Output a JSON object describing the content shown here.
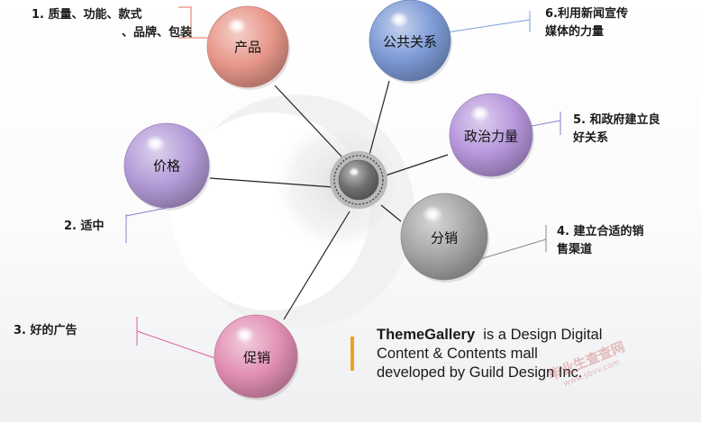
{
  "center": {
    "label": ""
  },
  "nodes": [
    {
      "id": "product",
      "label": "产品",
      "color": "#e8978a"
    },
    {
      "id": "pr",
      "label": "公共关系",
      "color": "#7e9bd6"
    },
    {
      "id": "political",
      "label": "政治力量",
      "color": "#b696db"
    },
    {
      "id": "price",
      "label": "价格",
      "color": "#b49bd8"
    },
    {
      "id": "channel",
      "label": "分销",
      "color": "#a5a5a5"
    },
    {
      "id": "promotion",
      "label": "促销",
      "color": "#e28fb4"
    }
  ],
  "annotations": [
    {
      "id": "product",
      "lines": [
        "1. 质量、功能、款式",
        "、品牌、包装"
      ],
      "line_color": "#e36b5c"
    },
    {
      "id": "pr",
      "lines": [
        "6.利用新闻宣传",
        "媒体的力量"
      ],
      "line_color": "#7aa0d8"
    },
    {
      "id": "political",
      "lines": [
        "5. 和政府建立良",
        "好关系"
      ],
      "line_color": "#8b7fd0"
    },
    {
      "id": "price",
      "lines": [
        "2. 适中"
      ],
      "line_color": "#8b7fd0"
    },
    {
      "id": "channel",
      "lines": [
        "4. 建立合适的销",
        "售渠道"
      ],
      "line_color": "#888888"
    },
    {
      "id": "promotion",
      "lines": [
        "3. 好的广告"
      ],
      "line_color": "#e0609a"
    }
  ],
  "gallery": {
    "brand": "ThemeGallery",
    "line1_rest": "  is a Design Digital",
    "line2": "Content & Contents mall",
    "line3": "developed by Guild Design Inc."
  },
  "watermark": {
    "text": "毕业生查查网",
    "sub": "www.sbvv.com"
  }
}
